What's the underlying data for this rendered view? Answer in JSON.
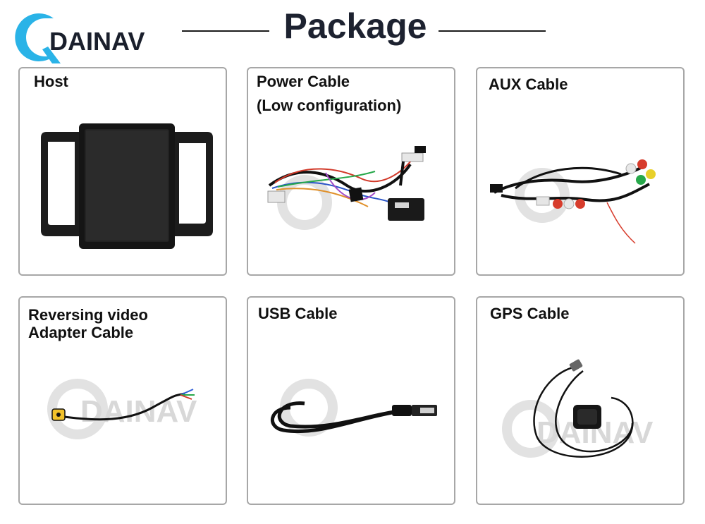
{
  "brand": {
    "name": "DAINAV",
    "accent": "#27b1e6",
    "dark": "#1a1f2c"
  },
  "page": {
    "title": "Package"
  },
  "items": [
    {
      "label": "Host"
    },
    {
      "label": "Power Cable\n(Low configuration)"
    },
    {
      "label": "AUX Cable"
    },
    {
      "label": "Reversing video\nAdapter Cable"
    },
    {
      "label": "USB Cable"
    },
    {
      "label": "GPS  Cable"
    }
  ],
  "watermark": {
    "text": "DAINAV"
  }
}
